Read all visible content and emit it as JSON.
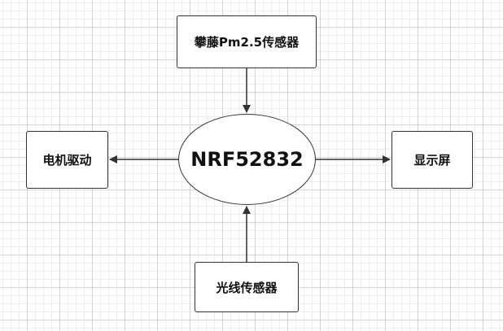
{
  "diagram": {
    "nodes": {
      "pm25_sensor": "攀藤Pm2.5传感器",
      "motor_driver": "电机驱动",
      "mcu": "NRF52832",
      "display": "显示屏",
      "light_sensor": "光线传感器"
    },
    "edges": [
      {
        "from": "pm25_sensor",
        "to": "mcu"
      },
      {
        "from": "mcu",
        "to": "motor_driver"
      },
      {
        "from": "mcu",
        "to": "display"
      },
      {
        "from": "light_sensor",
        "to": "mcu"
      }
    ]
  }
}
